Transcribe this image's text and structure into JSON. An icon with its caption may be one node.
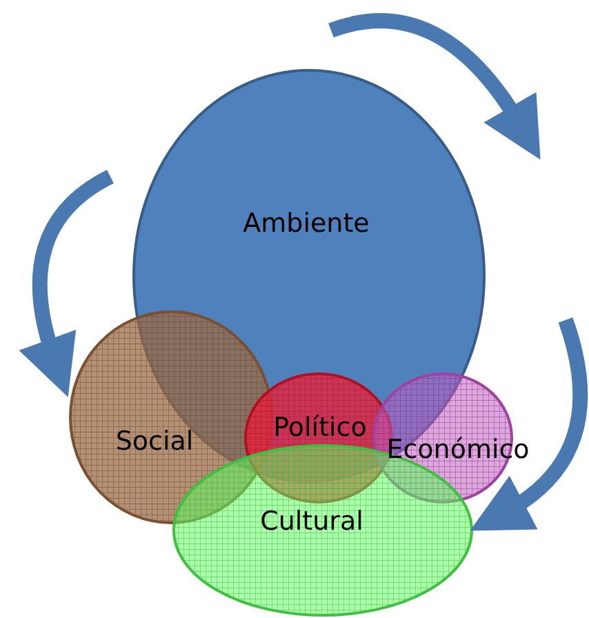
{
  "diagram": {
    "nodes": [
      {
        "text": [
          "Ambiente"
        ]
      },
      {
        "text": [
          "Social"
        ]
      },
      {
        "text": [
          "Político"
        ]
      },
      {
        "text": [
          "Económico"
        ]
      },
      {
        "text": [
          "Cultural"
        ]
      }
    ]
  }
}
